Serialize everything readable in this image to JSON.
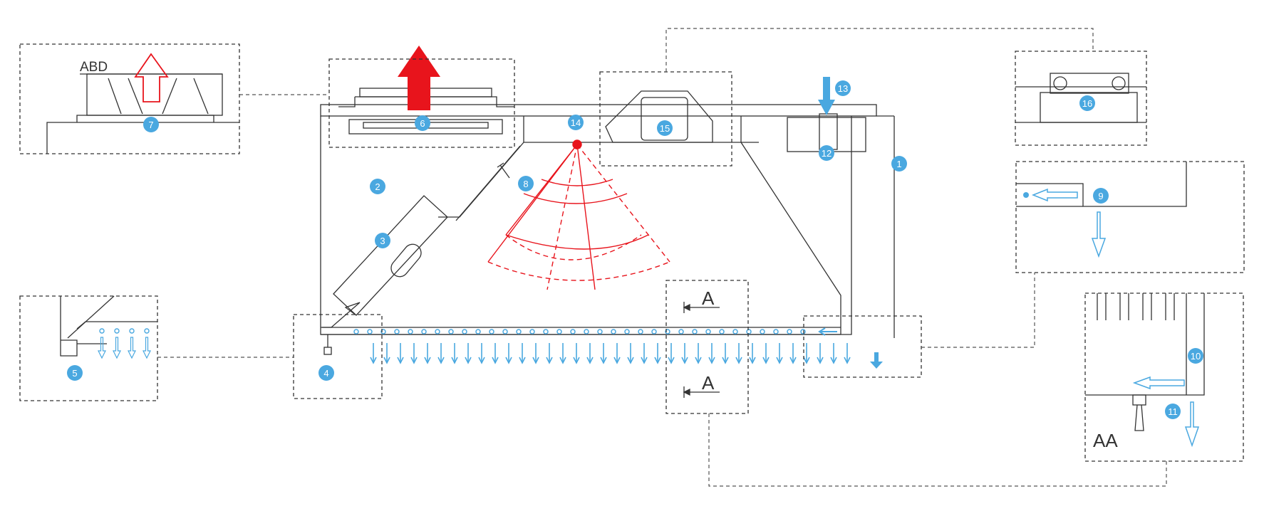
{
  "colors": {
    "line": "#333333",
    "dash": "#444444",
    "badge": "#4aa8e0",
    "air": "#4aa8e0",
    "red": "#e8141c",
    "bg": "#ffffff"
  },
  "labels": {
    "abd": "ABD",
    "section_a_top": "A",
    "section_a_bottom": "A",
    "aa": "AA"
  },
  "badges": [
    "1",
    "2",
    "3",
    "4",
    "5",
    "6",
    "7",
    "8",
    "9",
    "10",
    "11",
    "12",
    "13",
    "14",
    "15",
    "16"
  ]
}
